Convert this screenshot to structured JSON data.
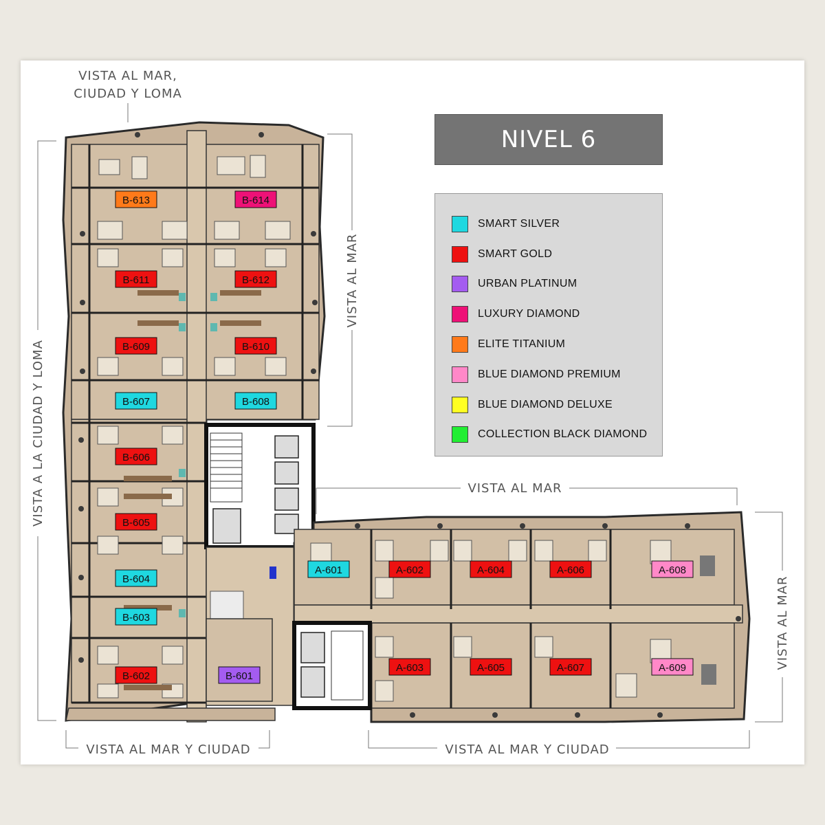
{
  "title": "NIVEL 6",
  "legend": [
    {
      "label": "SMART SILVER",
      "color": "#1fd8e0"
    },
    {
      "label": "SMART GOLD",
      "color": "#ee1111"
    },
    {
      "label": "URBAN PLATINUM",
      "color": "#a45cf0"
    },
    {
      "label": "LUXURY DIAMOND",
      "color": "#ee1177"
    },
    {
      "label": "ELITE TITANIUM",
      "color": "#ff7a1a"
    },
    {
      "label": "BLUE DIAMOND PREMIUM",
      "color": "#ff88c8"
    },
    {
      "label": "BLUE DIAMOND DELUXE",
      "color": "#ffff22"
    },
    {
      "label": "COLLECTION BLACK DIAMOND",
      "color": "#22ee33"
    }
  ],
  "views": {
    "top_line1": "VISTA AL MAR,",
    "top_line2": "CIUDAD Y LOMA",
    "left": "VISTA A LA CIUDAD Y LOMA",
    "tower_b_right": "VISTA AL MAR",
    "tower_a_top": "VISTA AL MAR",
    "tower_a_right": "VISTA AL MAR",
    "bottom_b": "VISTA AL MAR Y CIUDAD",
    "bottom_a": "VISTA AL MAR Y CIUDAD"
  },
  "units": {
    "B613": {
      "label": "B-613",
      "color": "#ff7a1a"
    },
    "B614": {
      "label": "B-614",
      "color": "#ee1177"
    },
    "B611": {
      "label": "B-611",
      "color": "#ee1111"
    },
    "B612": {
      "label": "B-612",
      "color": "#ee1111"
    },
    "B609": {
      "label": "B-609",
      "color": "#ee1111"
    },
    "B610": {
      "label": "B-610",
      "color": "#ee1111"
    },
    "B607": {
      "label": "B-607",
      "color": "#1fd8e0"
    },
    "B608": {
      "label": "B-608",
      "color": "#1fd8e0"
    },
    "B606": {
      "label": "B-606",
      "color": "#ee1111"
    },
    "B605": {
      "label": "B-605",
      "color": "#ee1111"
    },
    "B604": {
      "label": "B-604",
      "color": "#1fd8e0"
    },
    "B603": {
      "label": "B-603",
      "color": "#1fd8e0"
    },
    "B602": {
      "label": "B-602",
      "color": "#ee1111"
    },
    "B601": {
      "label": "B-601",
      "color": "#a45cf0"
    },
    "A601": {
      "label": "A-601",
      "color": "#1fd8e0"
    },
    "A602": {
      "label": "A-602",
      "color": "#ee1111"
    },
    "A604": {
      "label": "A-604",
      "color": "#ee1111"
    },
    "A606": {
      "label": "A-606",
      "color": "#ee1111"
    },
    "A608": {
      "label": "A-608",
      "color": "#ff88c8"
    },
    "A603": {
      "label": "A-603",
      "color": "#ee1111"
    },
    "A605": {
      "label": "A-605",
      "color": "#ee1111"
    },
    "A607": {
      "label": "A-607",
      "color": "#ee1111"
    },
    "A609": {
      "label": "A-609",
      "color": "#ff88c8"
    }
  }
}
